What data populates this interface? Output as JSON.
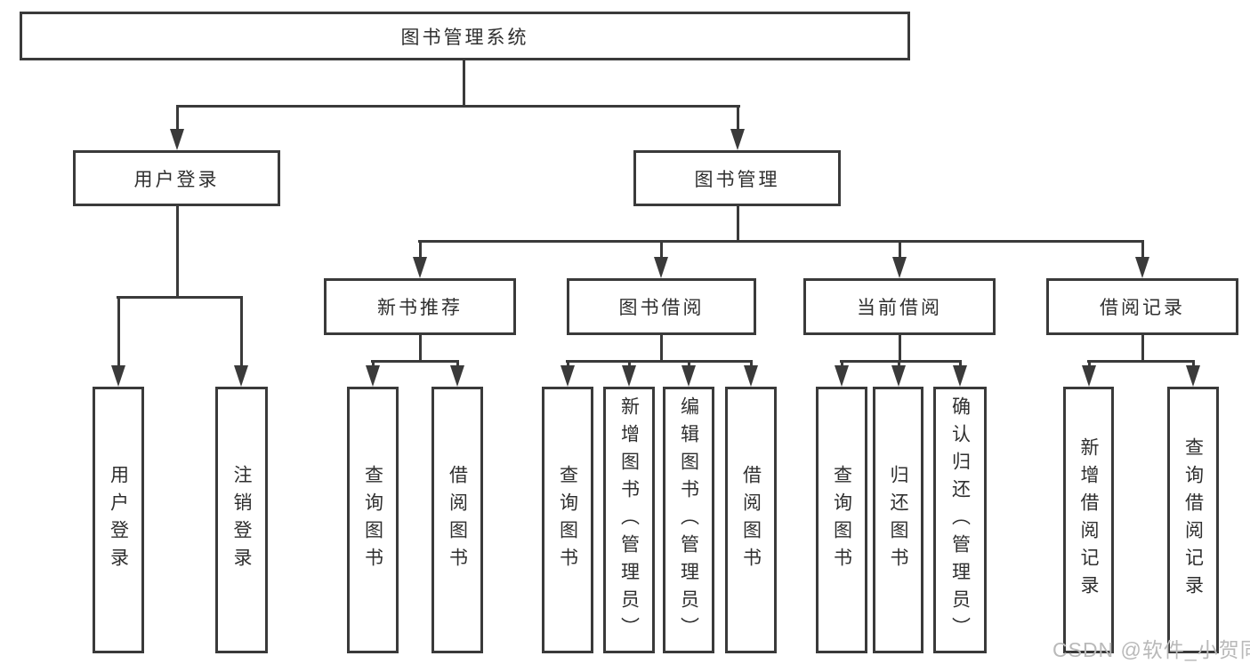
{
  "diagram": {
    "root_label": "图书管理系统",
    "level2": [
      {
        "label": "用户登录"
      },
      {
        "label": "图书管理"
      }
    ],
    "level3": [
      {
        "label": "新书推荐"
      },
      {
        "label": "图书借阅"
      },
      {
        "label": "当前借阅"
      },
      {
        "label": "借阅记录"
      }
    ],
    "leaves": [
      {
        "label": "用户登录"
      },
      {
        "label": "注销登录"
      },
      {
        "label": "查询图书"
      },
      {
        "label": "借阅图书"
      },
      {
        "label": "查询图书"
      },
      {
        "label": "新增图书（管理员）"
      },
      {
        "label": "编辑图书（管理员）"
      },
      {
        "label": "借阅图书"
      },
      {
        "label": "查询图书"
      },
      {
        "label": "归还图书"
      },
      {
        "label": "确认归还（管理员）"
      },
      {
        "label": "新增借阅记录"
      },
      {
        "label": "查询借阅记录"
      }
    ]
  },
  "watermark": "CSDN @软件_小贺同学",
  "colors": {
    "line": "#3a3a3a",
    "text": "#2f2f2f",
    "watermark": "#b9b9b9",
    "background": "#ffffff"
  }
}
